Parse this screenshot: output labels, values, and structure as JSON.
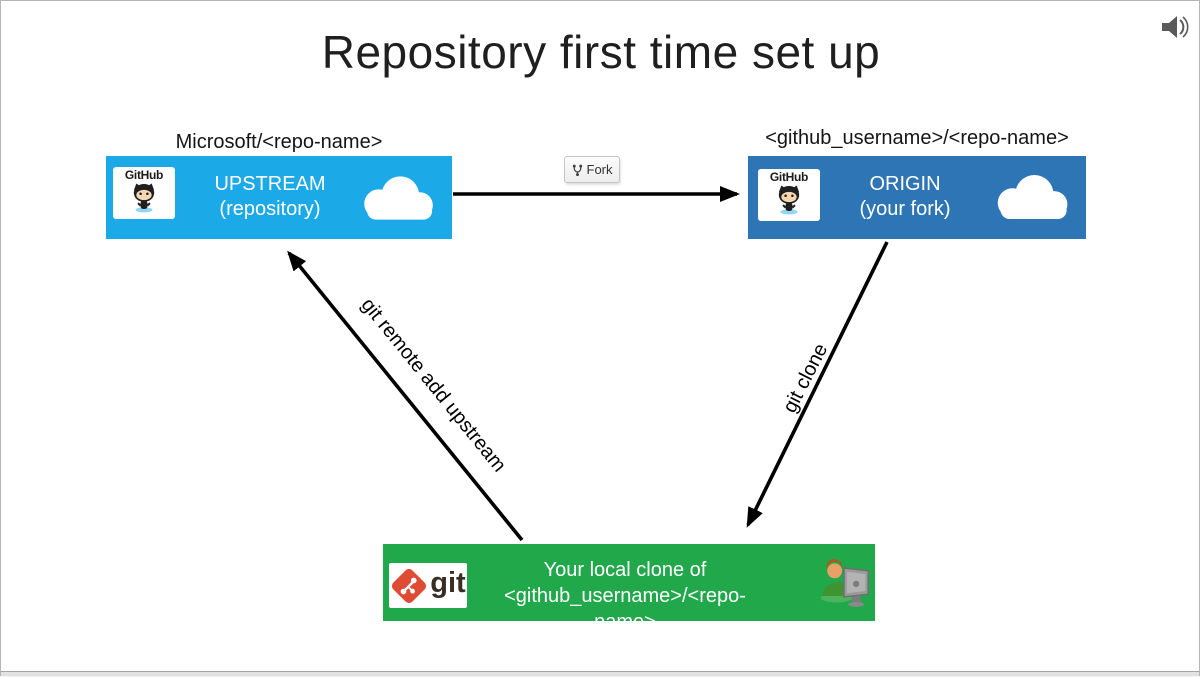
{
  "slide": {
    "title": "Repository first time set up"
  },
  "boxes": {
    "upstream": {
      "label_above": "Microsoft/<repo-name>",
      "line1": "UPSTREAM",
      "line2": "(repository)",
      "logo": "GitHub",
      "color": "#1ca9e8"
    },
    "origin": {
      "label_above": "<github_username>/<repo-name>",
      "line1": "ORIGIN",
      "line2": "(your fork)",
      "logo": "GitHub",
      "color": "#2e75b6"
    },
    "local_clone": {
      "line1": "Your local clone of",
      "line2": "<github_username>/<repo-name>",
      "logo": "git",
      "color": "#21a84b"
    }
  },
  "fork_button": {
    "label": "Fork"
  },
  "arrows": {
    "remote_add": {
      "label": "git remote add upstream"
    },
    "clone": {
      "label": "git clone"
    }
  },
  "icons": {
    "speaker": "audio-speaker",
    "cloud": "cloud",
    "octocat": "github-octocat",
    "git_diamond": "git-logo",
    "person": "person-at-computer"
  },
  "palette": {
    "upstream_blue": "#1ca9e8",
    "origin_blue": "#2e75b6",
    "local_green": "#21a84b",
    "git_red": "#de4c36",
    "arrow_black": "#000000",
    "speaker_gray": "#5a5a5a"
  }
}
